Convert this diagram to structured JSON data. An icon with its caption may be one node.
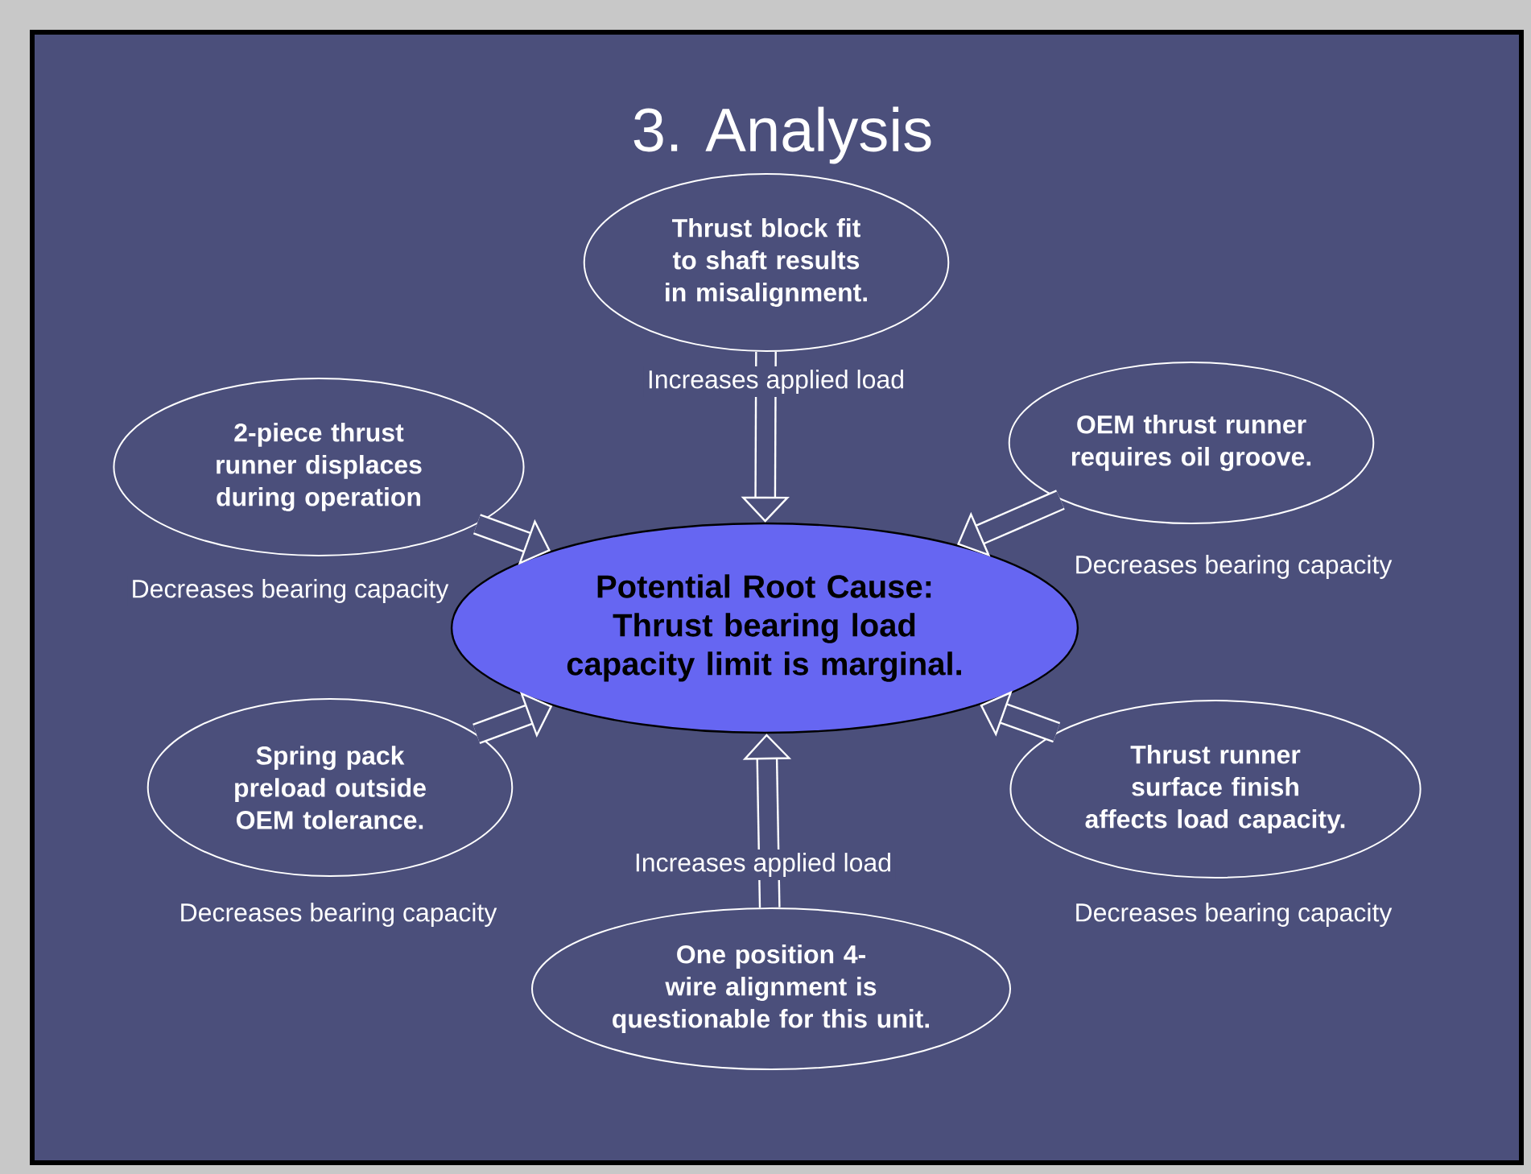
{
  "diagram": {
    "title": "3. Analysis",
    "nodes": [
      {
        "text": [
          "Thrust block fit to shaft results in misalignment."
        ]
      },
      {
        "text": [
          "2-piece thrust runner displaces during operation"
        ]
      },
      {
        "text": [
          "OEM thrust runner requires oil groove."
        ]
      },
      {
        "text": [
          "Potential Root Cause: Thrust bearing load capacity limit is marginal."
        ]
      },
      {
        "text": [
          "Spring pack preload outside OEM tolerance."
        ],
        "beside": [
          "Decreases bearing capacity"
        ]
      },
      {
        "text": [
          "Thrust runner surface finish affects load capacity."
        ],
        "beside": [
          "Decreases bearing capacity"
        ]
      },
      {
        "text": [
          "One position 4-wire alignment is questionable for this unit."
        ]
      }
    ],
    "edges": [
      {
        "from": 0,
        "to": 3,
        "arrow": "to",
        "label": "Increases applied load"
      },
      {
        "from": 1,
        "to": 3,
        "arrow": "to",
        "label": "Decreases bearing capacity"
      },
      {
        "from": 2,
        "to": 3,
        "arrow": "to",
        "label": "Decreases bearing capacity"
      },
      {
        "from": 4,
        "to": 3,
        "arrow": "to"
      },
      {
        "from": 5,
        "to": 3,
        "arrow": "to"
      },
      {
        "from": 6,
        "to": 3,
        "arrow": "to",
        "label": "Increases applied load"
      }
    ]
  }
}
